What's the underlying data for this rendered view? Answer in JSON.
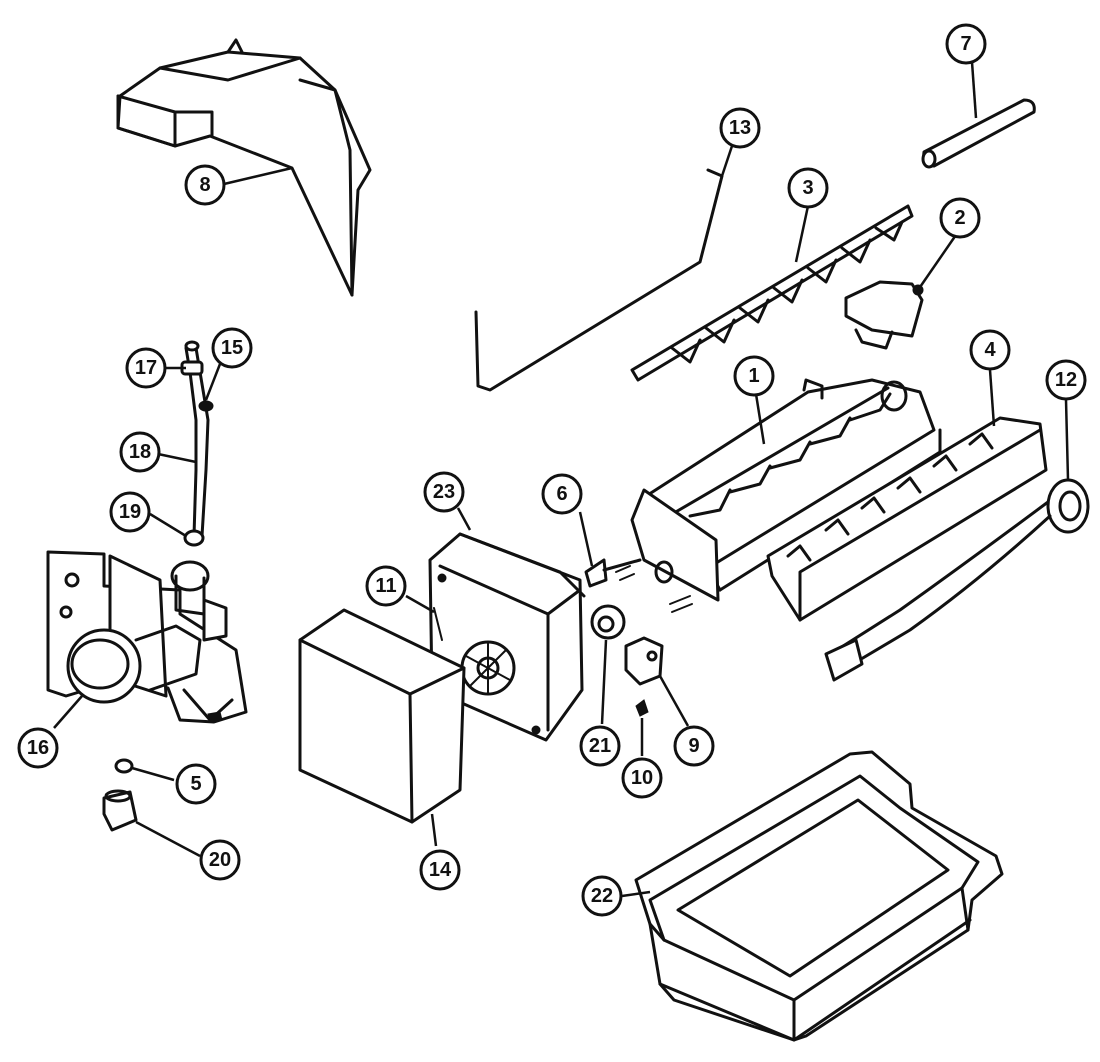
{
  "callouts": [
    {
      "id": "c1",
      "label": "1"
    },
    {
      "id": "c2",
      "label": "2"
    },
    {
      "id": "c3",
      "label": "3"
    },
    {
      "id": "c4",
      "label": "4"
    },
    {
      "id": "c5",
      "label": "5"
    },
    {
      "id": "c6",
      "label": "6"
    },
    {
      "id": "c7",
      "label": "7"
    },
    {
      "id": "c8",
      "label": "8"
    },
    {
      "id": "c9",
      "label": "9"
    },
    {
      "id": "c10",
      "label": "10"
    },
    {
      "id": "c11",
      "label": "11"
    },
    {
      "id": "c12",
      "label": "12"
    },
    {
      "id": "c13",
      "label": "13"
    },
    {
      "id": "c14",
      "label": "14"
    },
    {
      "id": "c15",
      "label": "15"
    },
    {
      "id": "c16",
      "label": "16"
    },
    {
      "id": "c17",
      "label": "17"
    },
    {
      "id": "c18",
      "label": "18"
    },
    {
      "id": "c19",
      "label": "19"
    },
    {
      "id": "c20",
      "label": "20"
    },
    {
      "id": "c21",
      "label": "21"
    },
    {
      "id": "c22",
      "label": "22"
    },
    {
      "id": "c23",
      "label": "23"
    }
  ],
  "colors": {
    "line": "#111111",
    "background": "#ffffff"
  }
}
